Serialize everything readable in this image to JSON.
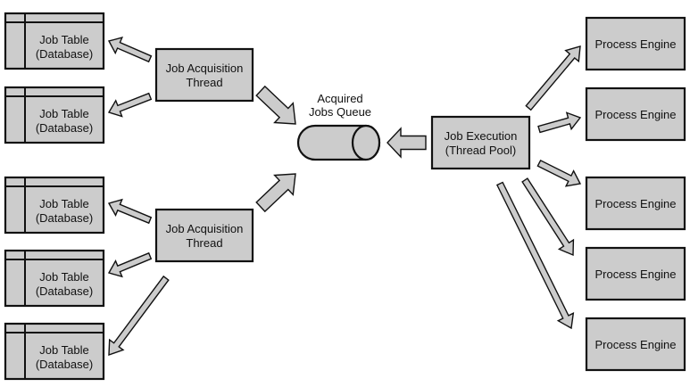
{
  "diagram": {
    "job_tables": [
      {
        "line1": "Job Table",
        "line2": "(Database)"
      },
      {
        "line1": "Job Table",
        "line2": "(Database)"
      },
      {
        "line1": "Job Table",
        "line2": "(Database)"
      },
      {
        "line1": "Job Table",
        "line2": "(Database)"
      },
      {
        "line1": "Job Table",
        "line2": "(Database)"
      }
    ],
    "acquisition_threads": [
      {
        "line1": "Job Acquisition",
        "line2": "Thread"
      },
      {
        "line1": "Job Acquisition",
        "line2": "Thread"
      }
    ],
    "queue": {
      "line1": "Acquired",
      "line2": "Jobs Queue"
    },
    "executor": {
      "line1": "Job Execution",
      "line2": "(Thread Pool)"
    },
    "process_engines": [
      {
        "label": "Process Engine"
      },
      {
        "label": "Process Engine"
      },
      {
        "label": "Process Engine"
      },
      {
        "label": "Process Engine"
      },
      {
        "label": "Process Engine"
      }
    ],
    "edges": [
      {
        "from": "acquisition_threads.0",
        "to": "job_tables.0"
      },
      {
        "from": "acquisition_threads.0",
        "to": "job_tables.1"
      },
      {
        "from": "acquisition_threads.1",
        "to": "job_tables.2"
      },
      {
        "from": "acquisition_threads.1",
        "to": "job_tables.3"
      },
      {
        "from": "acquisition_threads.1",
        "to": "job_tables.4"
      },
      {
        "from": "acquisition_threads.0",
        "to": "queue"
      },
      {
        "from": "acquisition_threads.1",
        "to": "queue"
      },
      {
        "from": "executor",
        "to": "queue"
      },
      {
        "from": "executor",
        "to": "process_engines.0"
      },
      {
        "from": "executor",
        "to": "process_engines.1"
      },
      {
        "from": "executor",
        "to": "process_engines.2"
      },
      {
        "from": "executor",
        "to": "process_engines.3"
      },
      {
        "from": "executor",
        "to": "process_engines.4"
      }
    ]
  }
}
